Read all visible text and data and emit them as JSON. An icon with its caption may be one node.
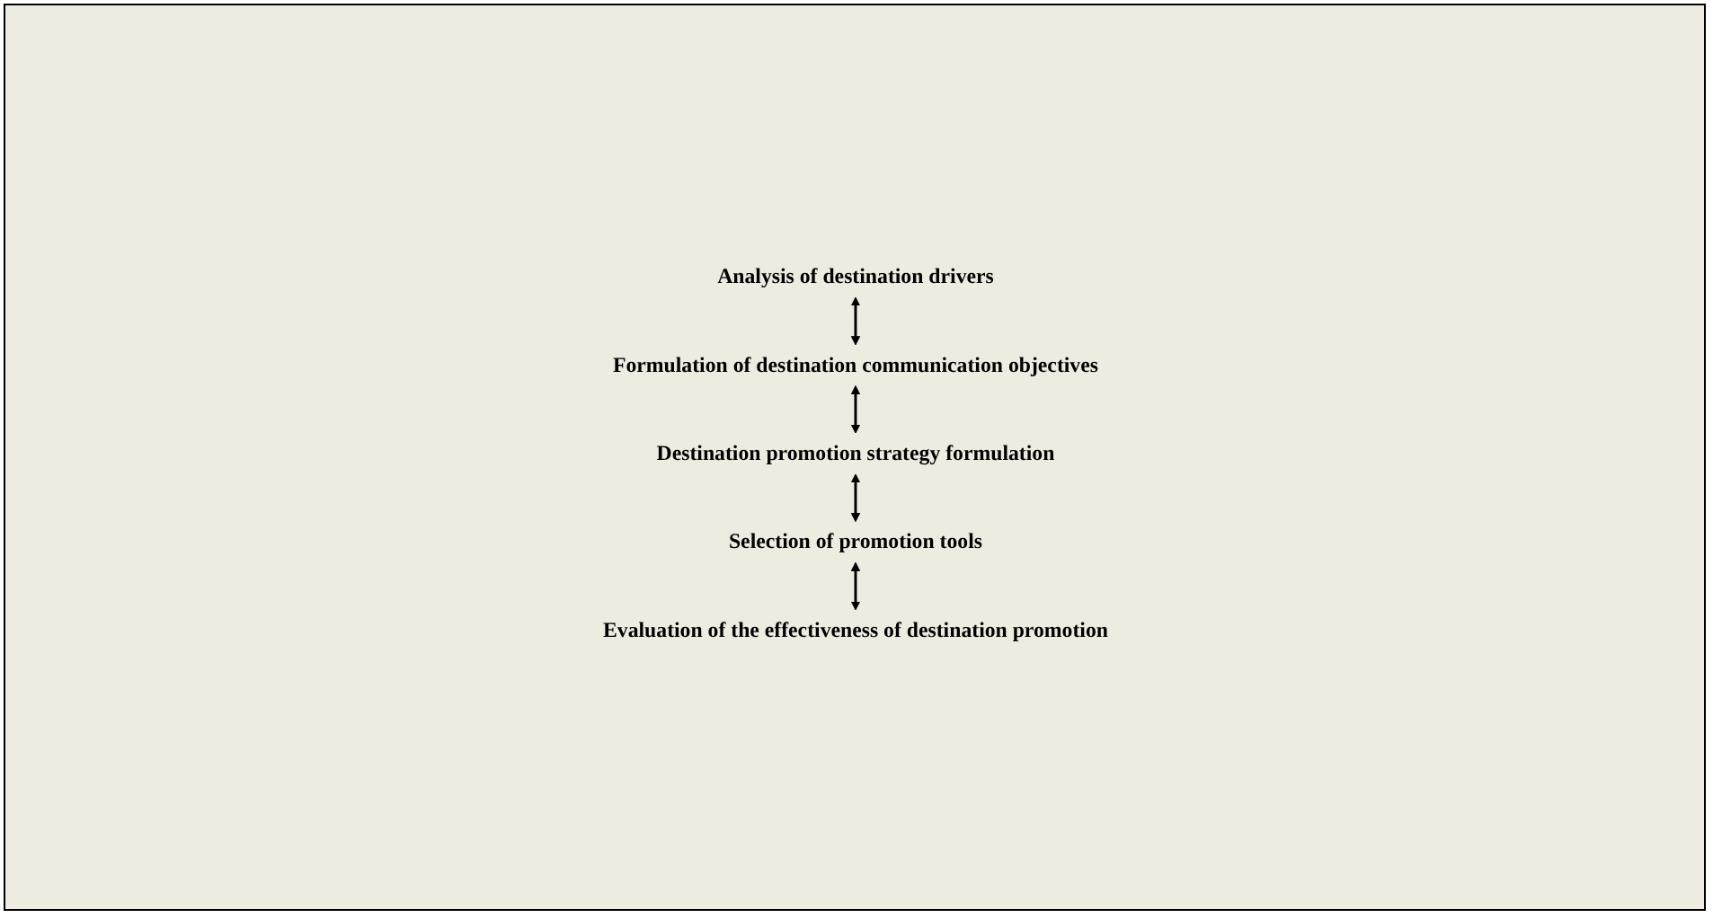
{
  "diagram": {
    "nodes": [
      {
        "text": [
          "Analysis of destination drivers"
        ]
      },
      {
        "text": [
          "Formulation of destination communication objectives"
        ]
      },
      {
        "text": [
          "Destination promotion strategy formulation"
        ]
      },
      {
        "text": [
          "Selection of promotion tools"
        ]
      },
      {
        "text": [
          "Evaluation of the effectiveness of destination promotion"
        ]
      }
    ],
    "edges": [
      {
        "from": 0,
        "to": 1,
        "arrow": "both"
      },
      {
        "from": 1,
        "to": 2,
        "arrow": "both"
      },
      {
        "from": 2,
        "to": 3,
        "arrow": "both"
      },
      {
        "from": 3,
        "to": 4,
        "arrow": "both"
      }
    ]
  }
}
